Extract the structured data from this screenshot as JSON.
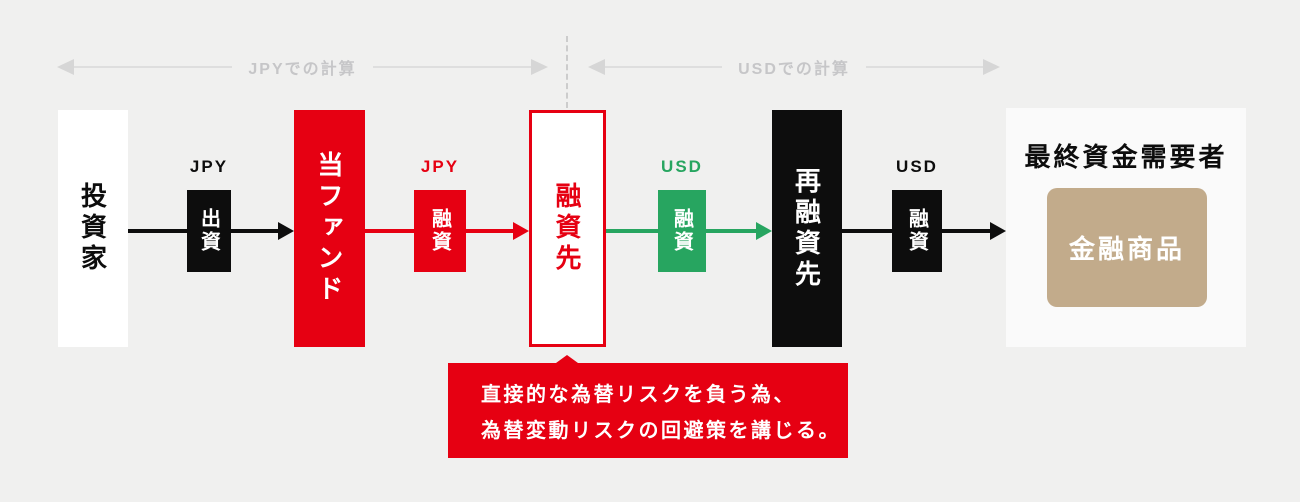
{
  "colors": {
    "background": "#f0f0ef",
    "white": "#ffffff",
    "black": "#0d0d0d",
    "red": "#e60012",
    "green": "#27a560",
    "tan": "#c2ab8b",
    "panel": "#fafafa",
    "guide": "#c6c6c8",
    "guideline": "#dedede",
    "guidehead": "#d6d6d6",
    "divider": "#cccccc"
  },
  "guides": {
    "jpy_label": "JPYでの計算",
    "usd_label": "USDでの計算"
  },
  "nodes": {
    "investor": "投資家",
    "fund": "当ファンド",
    "borrower": "融資先",
    "refinance": "再融資先",
    "final_title": "最終資金需要者",
    "final_product": "金融商品"
  },
  "edges": {
    "e1": {
      "currency": "JPY",
      "action": "出資"
    },
    "e2": {
      "currency": "JPY",
      "action": "融資"
    },
    "e3": {
      "currency": "USD",
      "action": "融資"
    },
    "e4": {
      "currency": "USD",
      "action": "融資"
    }
  },
  "callout": {
    "line1": "直接的な為替リスクを負う為、",
    "line2": "為替変動リスクの回避策を講じる。"
  }
}
